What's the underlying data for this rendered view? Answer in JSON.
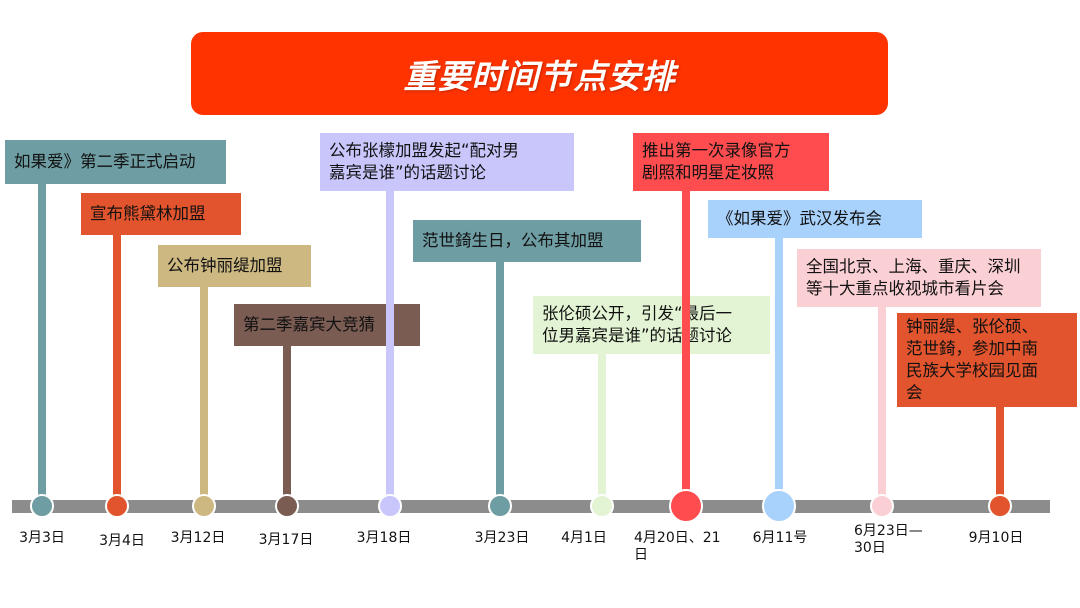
{
  "title": "重要时间节点安排",
  "events": [
    {
      "date": "3月3日",
      "text": "如果爱》第二季正式启动",
      "color": "#6e9da3",
      "text_color": "#111111"
    },
    {
      "date": "3月4日",
      "text": "宣布熊黛林加盟",
      "color": "#e2542d",
      "text_color": "#111111"
    },
    {
      "date": "3月12日",
      "text": "公布钟丽缇加盟",
      "color": "#cdb882",
      "text_color": "#111111"
    },
    {
      "date": "3月17日",
      "text": "第二季嘉宾大竞猜",
      "color": "#7a5c53",
      "text_color": "#111111"
    },
    {
      "date": "3月18日",
      "text": "公布张檬加盟发起“配对男\n嘉宾是谁”的话题讨论",
      "color": "#c8c6fb",
      "text_color": "#111111"
    },
    {
      "date": "3月23日",
      "text": "范世錡生日，公布其加盟",
      "color": "#6e9da3",
      "text_color": "#111111"
    },
    {
      "date": "4月1日",
      "text": "张伦硕公开，引发“最后一\n位男嘉宾是谁”的话题讨论",
      "color": "#e3f4d4",
      "text_color": "#111111"
    },
    {
      "date": "4月20日、21\n日",
      "text": "推出第一次录像官方\n剧照和明星定妆照",
      "color": "#ff4d4f",
      "text_color": "#111111"
    },
    {
      "date": "6月11号",
      "text": "《如果爱》武汉发布会",
      "color": "#a8d1fb",
      "text_color": "#111111"
    },
    {
      "date": "6月23日—\n30日",
      "text": "全国北京、上海、重庆、深圳\n等十大重点收视城市看片会",
      "color": "#fbd0d4",
      "text_color": "#111111"
    },
    {
      "date": "9月10日",
      "text": "钟丽缇、张伦硕、\n范世錡，参加中南\n民族大学校园见面\n会",
      "color": "#e2542d",
      "text_color": "#111111"
    }
  ]
}
